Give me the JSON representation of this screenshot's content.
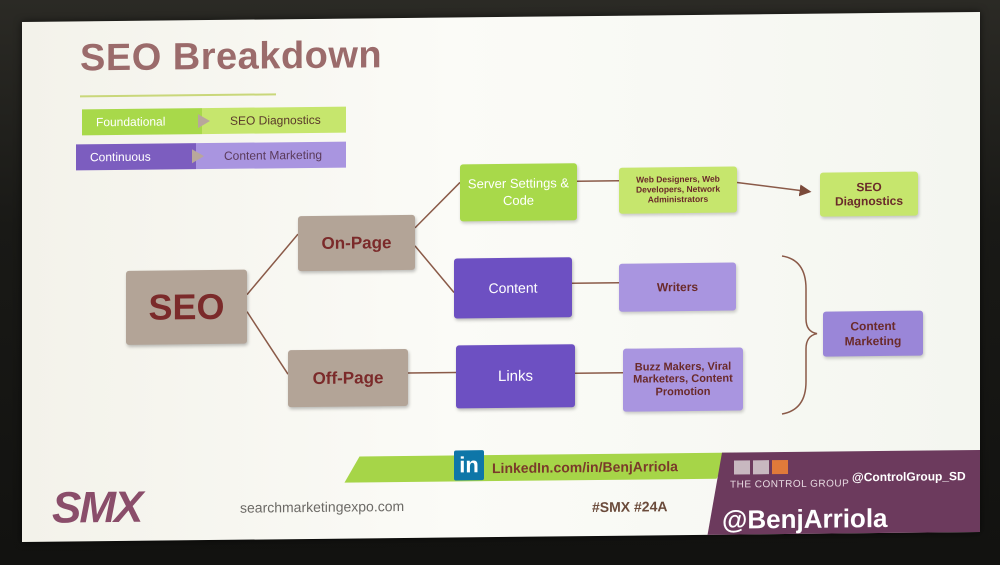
{
  "slide": {
    "title": "SEO Breakdown",
    "legend": [
      {
        "tag": "Foundational",
        "value": "SEO Diagnostics",
        "color": "#a8d94a"
      },
      {
        "tag": "Continuous",
        "value": "Content Marketing",
        "color": "#7c5dbf"
      }
    ]
  },
  "diagram": {
    "root": "SEO",
    "on_page": "On-Page",
    "off_page": "Off-Page",
    "server": "Server Settings & Code",
    "content": "Content",
    "links": "Links",
    "web_people": "Web Designers, Web Developers, Network Administrators",
    "writers": "Writers",
    "buzz": "Buzz Makers, Viral Marketers, Content Promotion",
    "seo_diag": "SEO Diagnostics",
    "content_marketing": "Content Marketing"
  },
  "footer": {
    "linkedin_icon": "in",
    "linkedin": "LinkedIn.com/in/BenjArriola",
    "smx": "SMX",
    "site": "searchmarketingexpo.com",
    "session": "#SMX #24A",
    "company": "THE CONTROL GROUP",
    "company_handle": "@ControlGroup_SD",
    "speaker": "@BenjArriola"
  },
  "colors": {
    "brown": "#b3a497",
    "purple": "#6d50c2",
    "light_purple": "#a995e0",
    "green": "#a8d94a",
    "light_green": "#c6e66d",
    "title": "#9b6b6b"
  }
}
